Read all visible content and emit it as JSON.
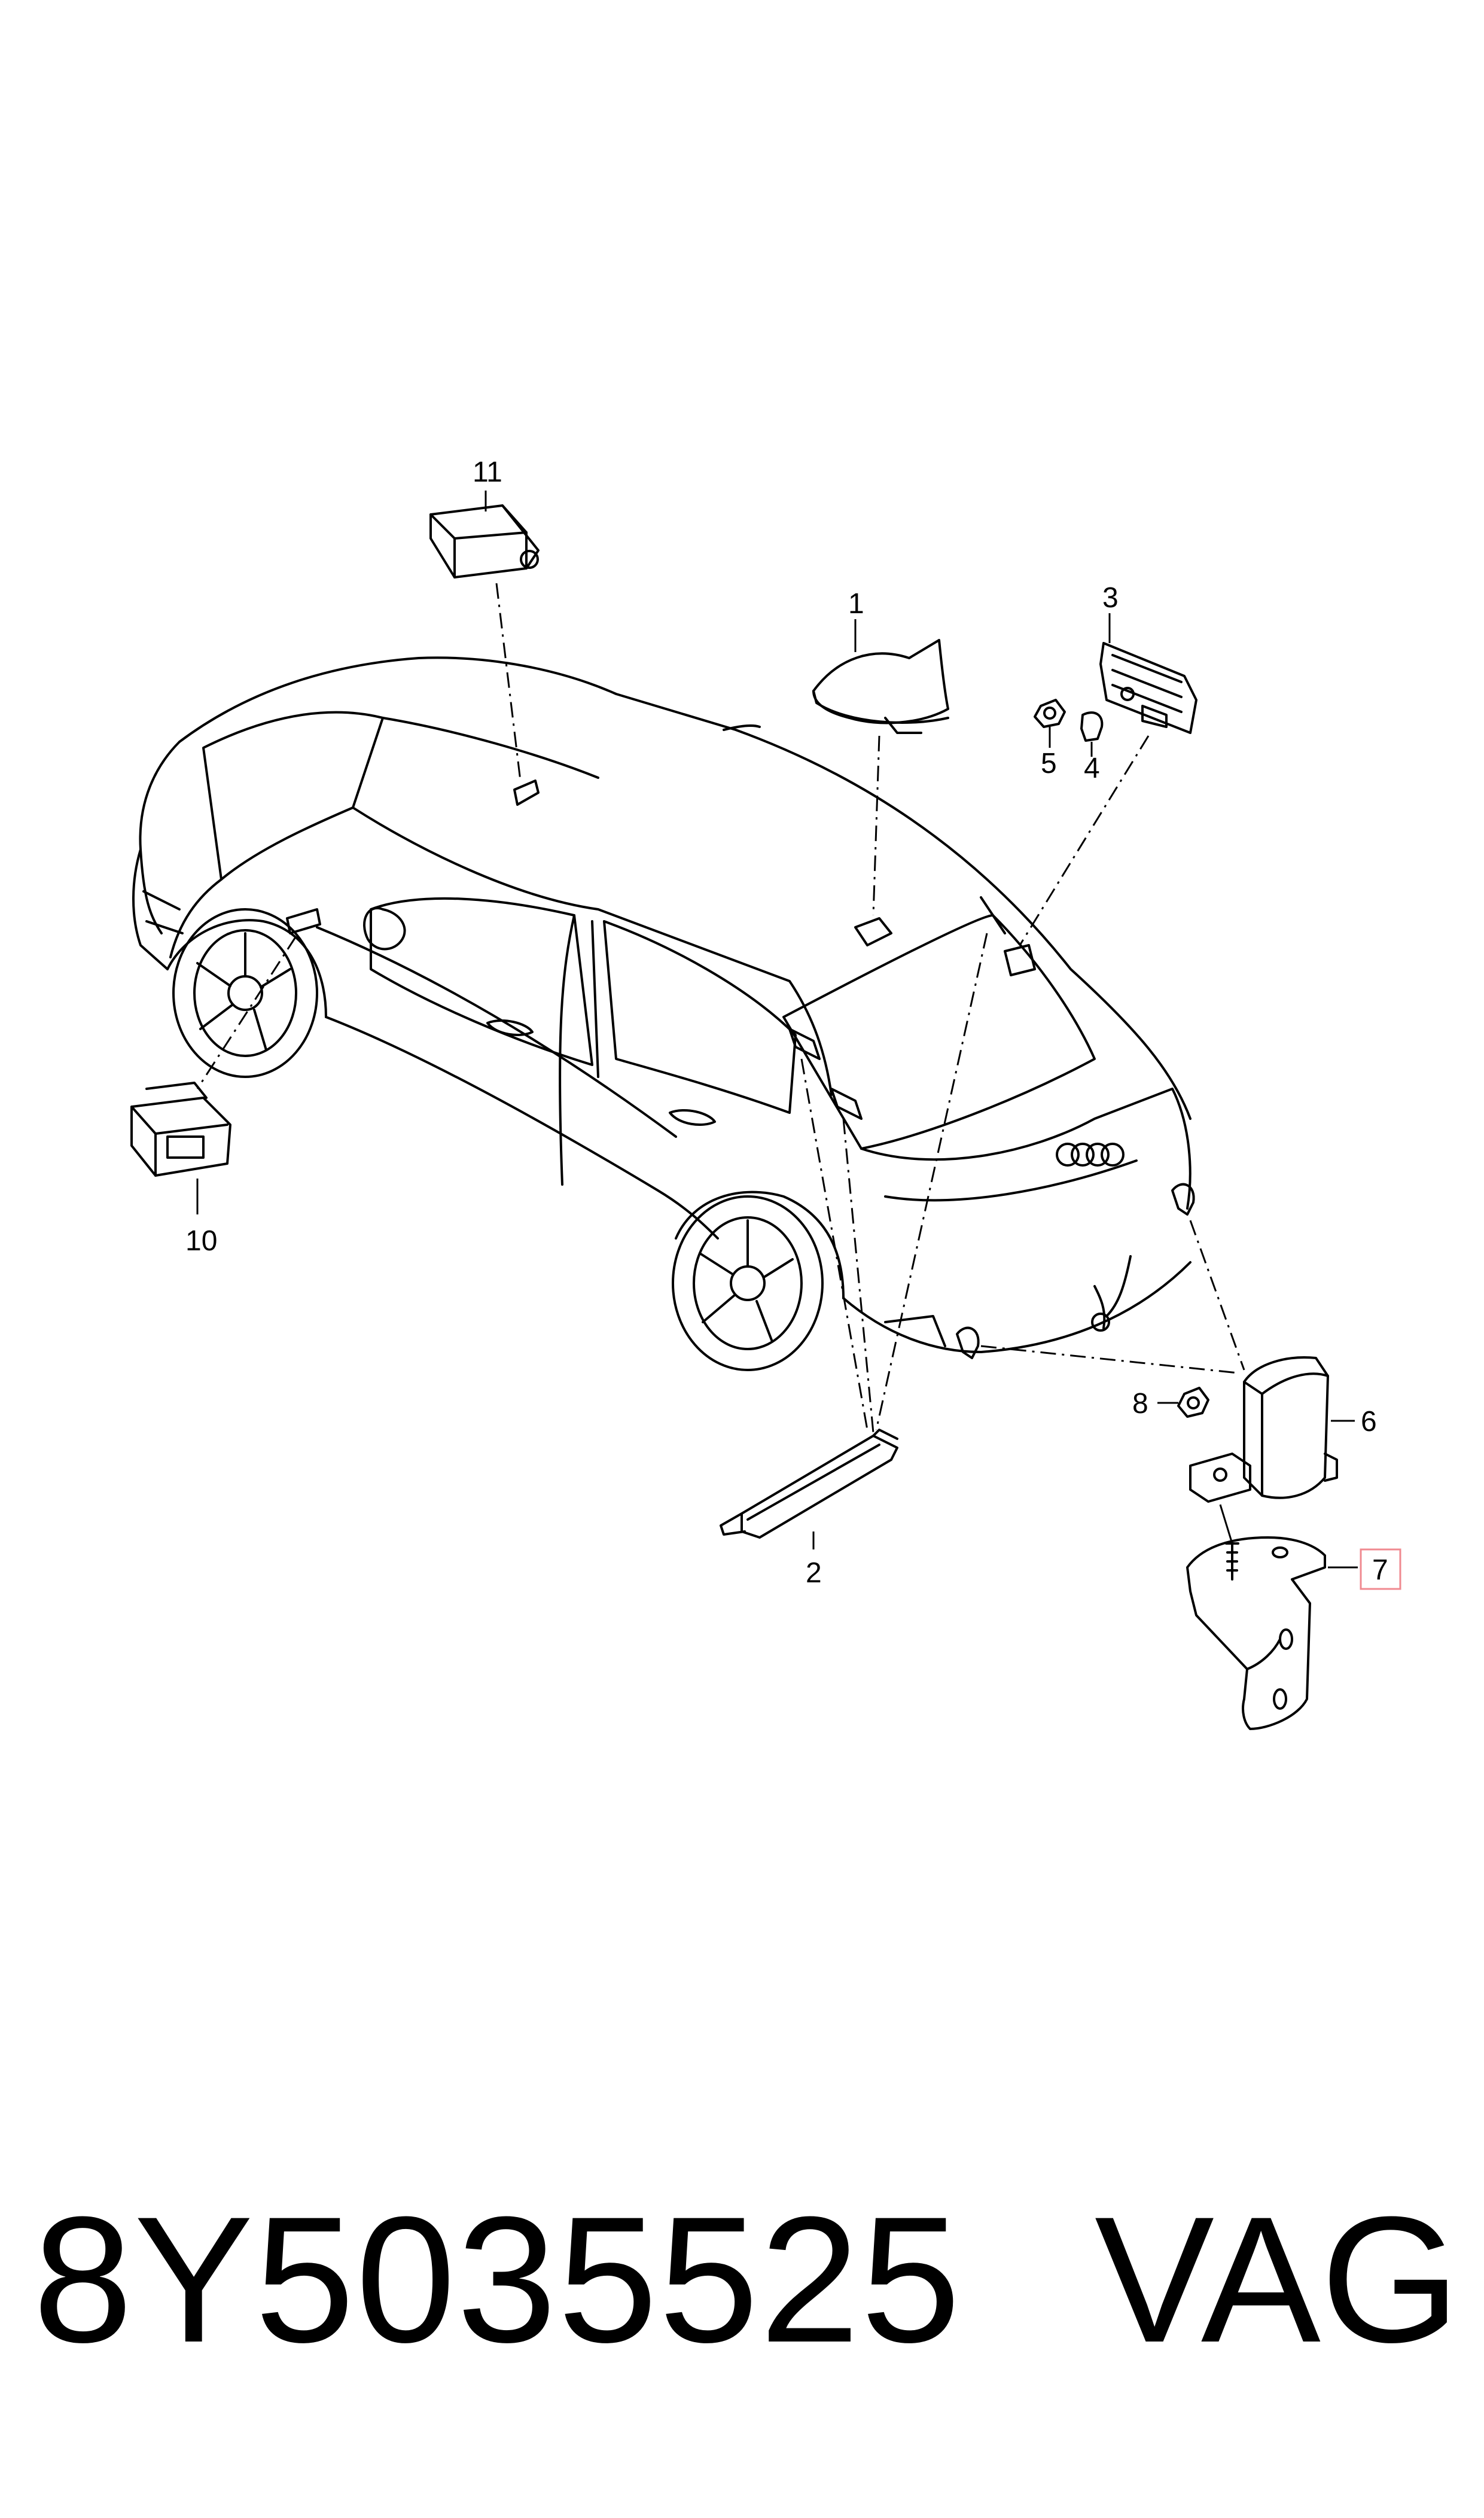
{
  "callouts": {
    "c1": "1",
    "c2": "2",
    "c3": "3",
    "c4": "4",
    "c5": "5",
    "c6": "6",
    "c7": "7",
    "c8": "8",
    "c10": "10",
    "c11": "11"
  },
  "highlight_color": "#f08a90",
  "footer": {
    "part_number": "8Y5035525",
    "brand": "VAG"
  }
}
